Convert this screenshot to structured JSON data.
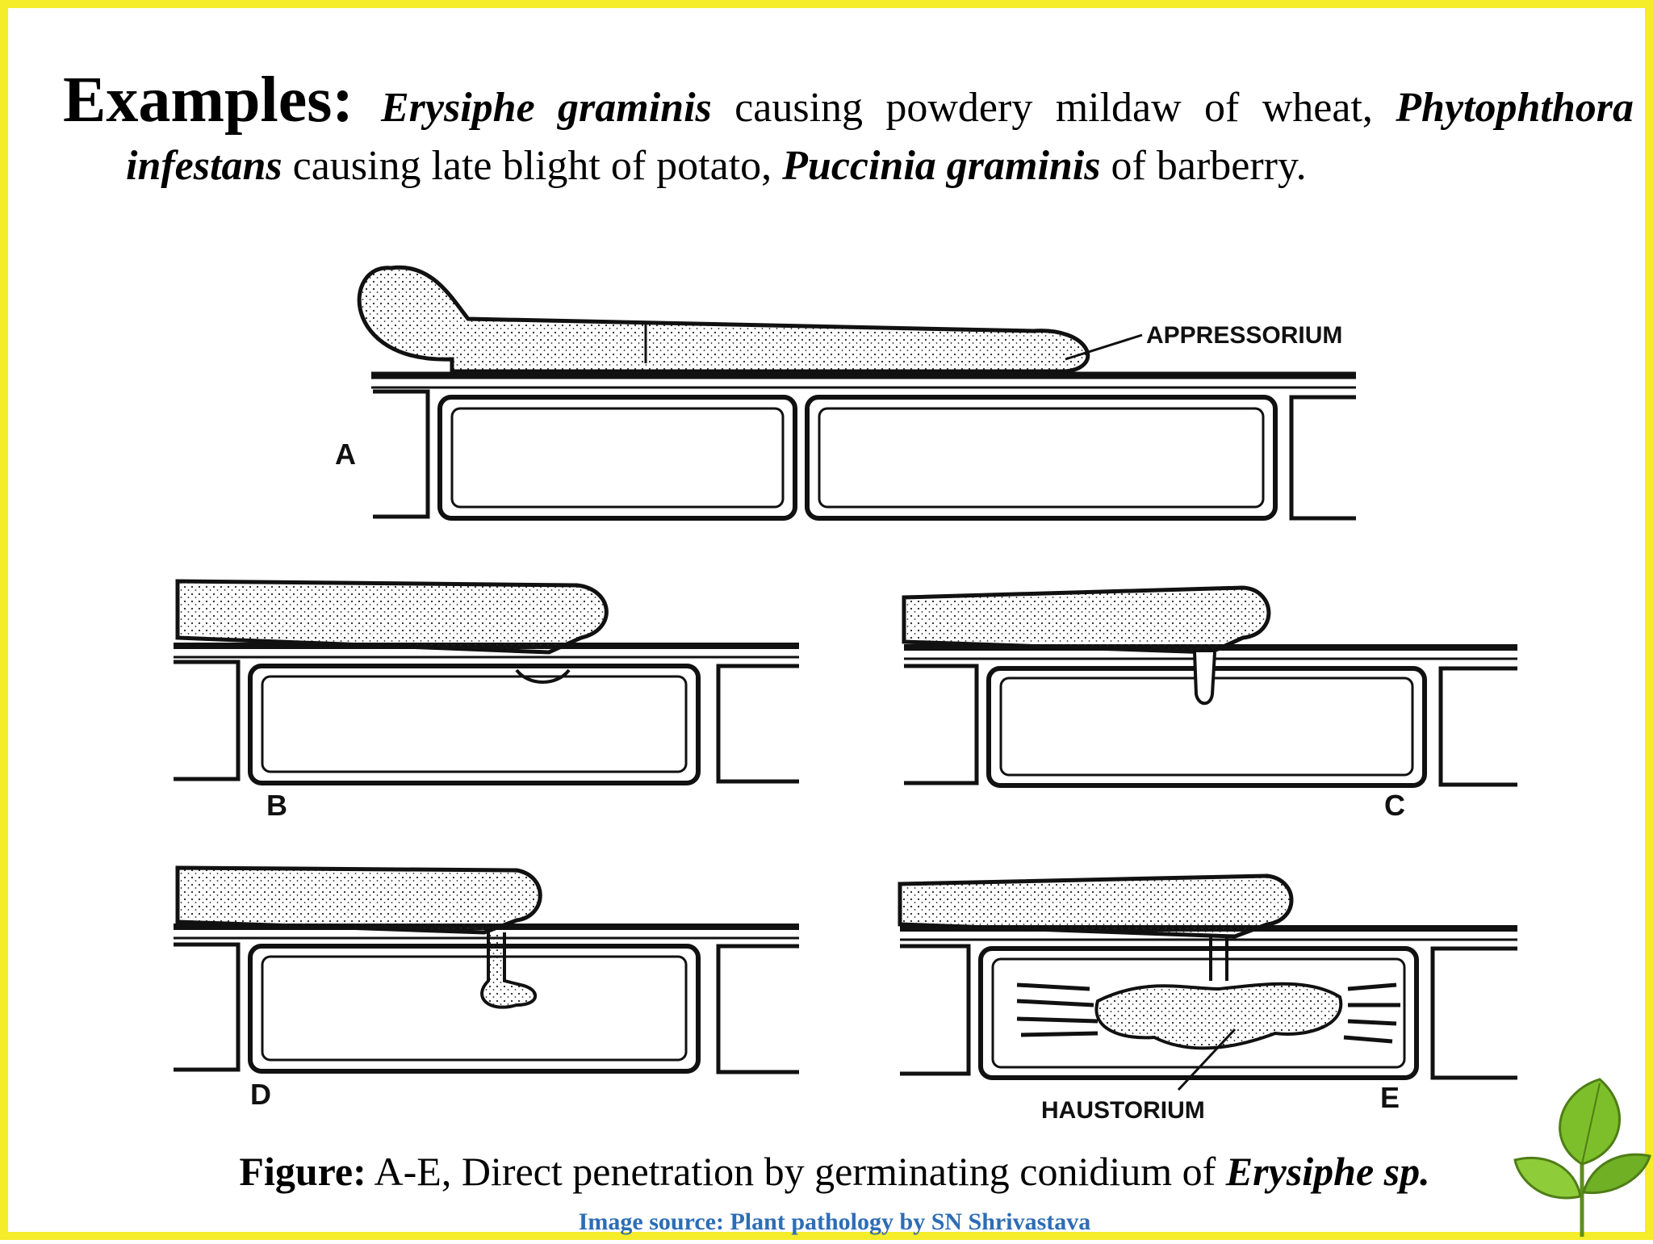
{
  "examples": {
    "lead": "Examples:",
    "sp1": "Erysiphe graminis",
    "t1": " causing powdery mildaw of wheat, ",
    "sp2": "Phytophthora infestans",
    "t2": " causing late blight of potato, ",
    "sp3": "Puccinia graminis",
    "t3": " of barberry."
  },
  "figure": {
    "panels": [
      "A",
      "B",
      "C",
      "D",
      "E"
    ],
    "appressorium_label": "APPRESSORIUM",
    "haustorium_label": "HAUSTORIUM"
  },
  "caption": {
    "lead": "Figure:",
    "text": " A-E, Direct penetration by germinating conidium of ",
    "species": "Erysiphe sp."
  },
  "source": "Image source: Plant pathology by SN Shrivastava",
  "colors": {
    "border": "#f5ec2a",
    "source_text": "#2d6db5",
    "leaf": "#7cbf2a"
  },
  "icons": [
    "leaf-icon"
  ]
}
